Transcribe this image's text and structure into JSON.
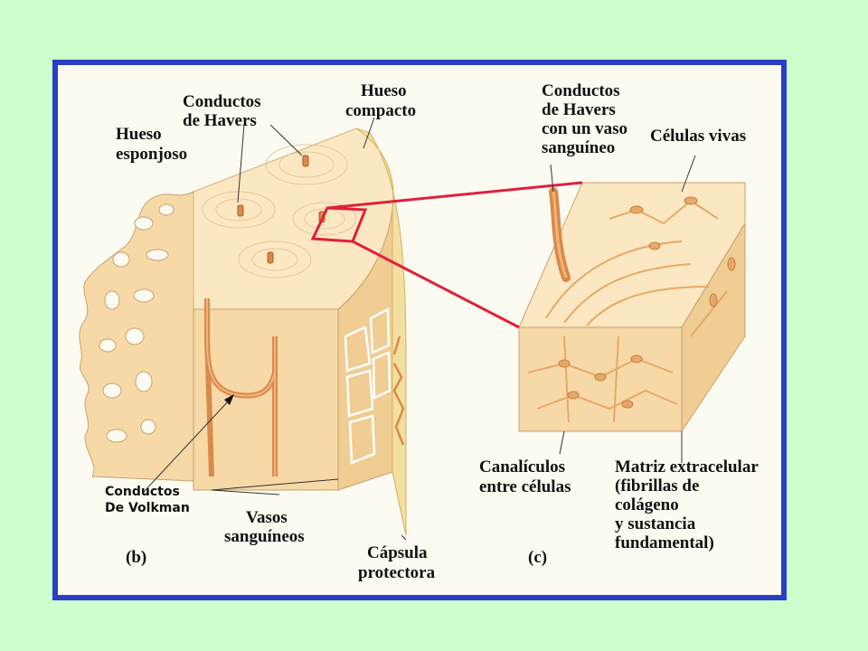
{
  "labels": {
    "hueso_esponjoso": [
      "Hueso",
      "esponjoso"
    ],
    "conductos_havers": [
      "Conductos",
      "de Havers"
    ],
    "hueso_compacto": [
      "Hueso",
      "compacto"
    ],
    "conductos_havers_vaso": [
      "Conductos",
      "de Havers",
      "con un vaso",
      "sanguíneo"
    ],
    "celulas_vivas": [
      "Células vivas"
    ],
    "conductos_volkman": [
      "Conductos",
      "De Volkman"
    ],
    "vasos_sanguineos": [
      "Vasos",
      "sanguíneos"
    ],
    "capsula_protectora": [
      "Cápsula",
      "protectora"
    ],
    "canaliculos": [
      "Canalículos",
      "entre células"
    ],
    "matriz": [
      "Matriz extracelular",
      "(fibrillas de",
      "colágeno",
      "y sustancia",
      "fundamental)"
    ],
    "panel_b": "(b)",
    "panel_c": "(c)"
  },
  "colors": {
    "background": "#ccffcc",
    "frame_border": "#2a3fc4",
    "bone": "#f6d9a6",
    "bone_dark": "#e7bd7f",
    "vessel": "#d98a4a",
    "zoom_line": "#e0203c"
  }
}
